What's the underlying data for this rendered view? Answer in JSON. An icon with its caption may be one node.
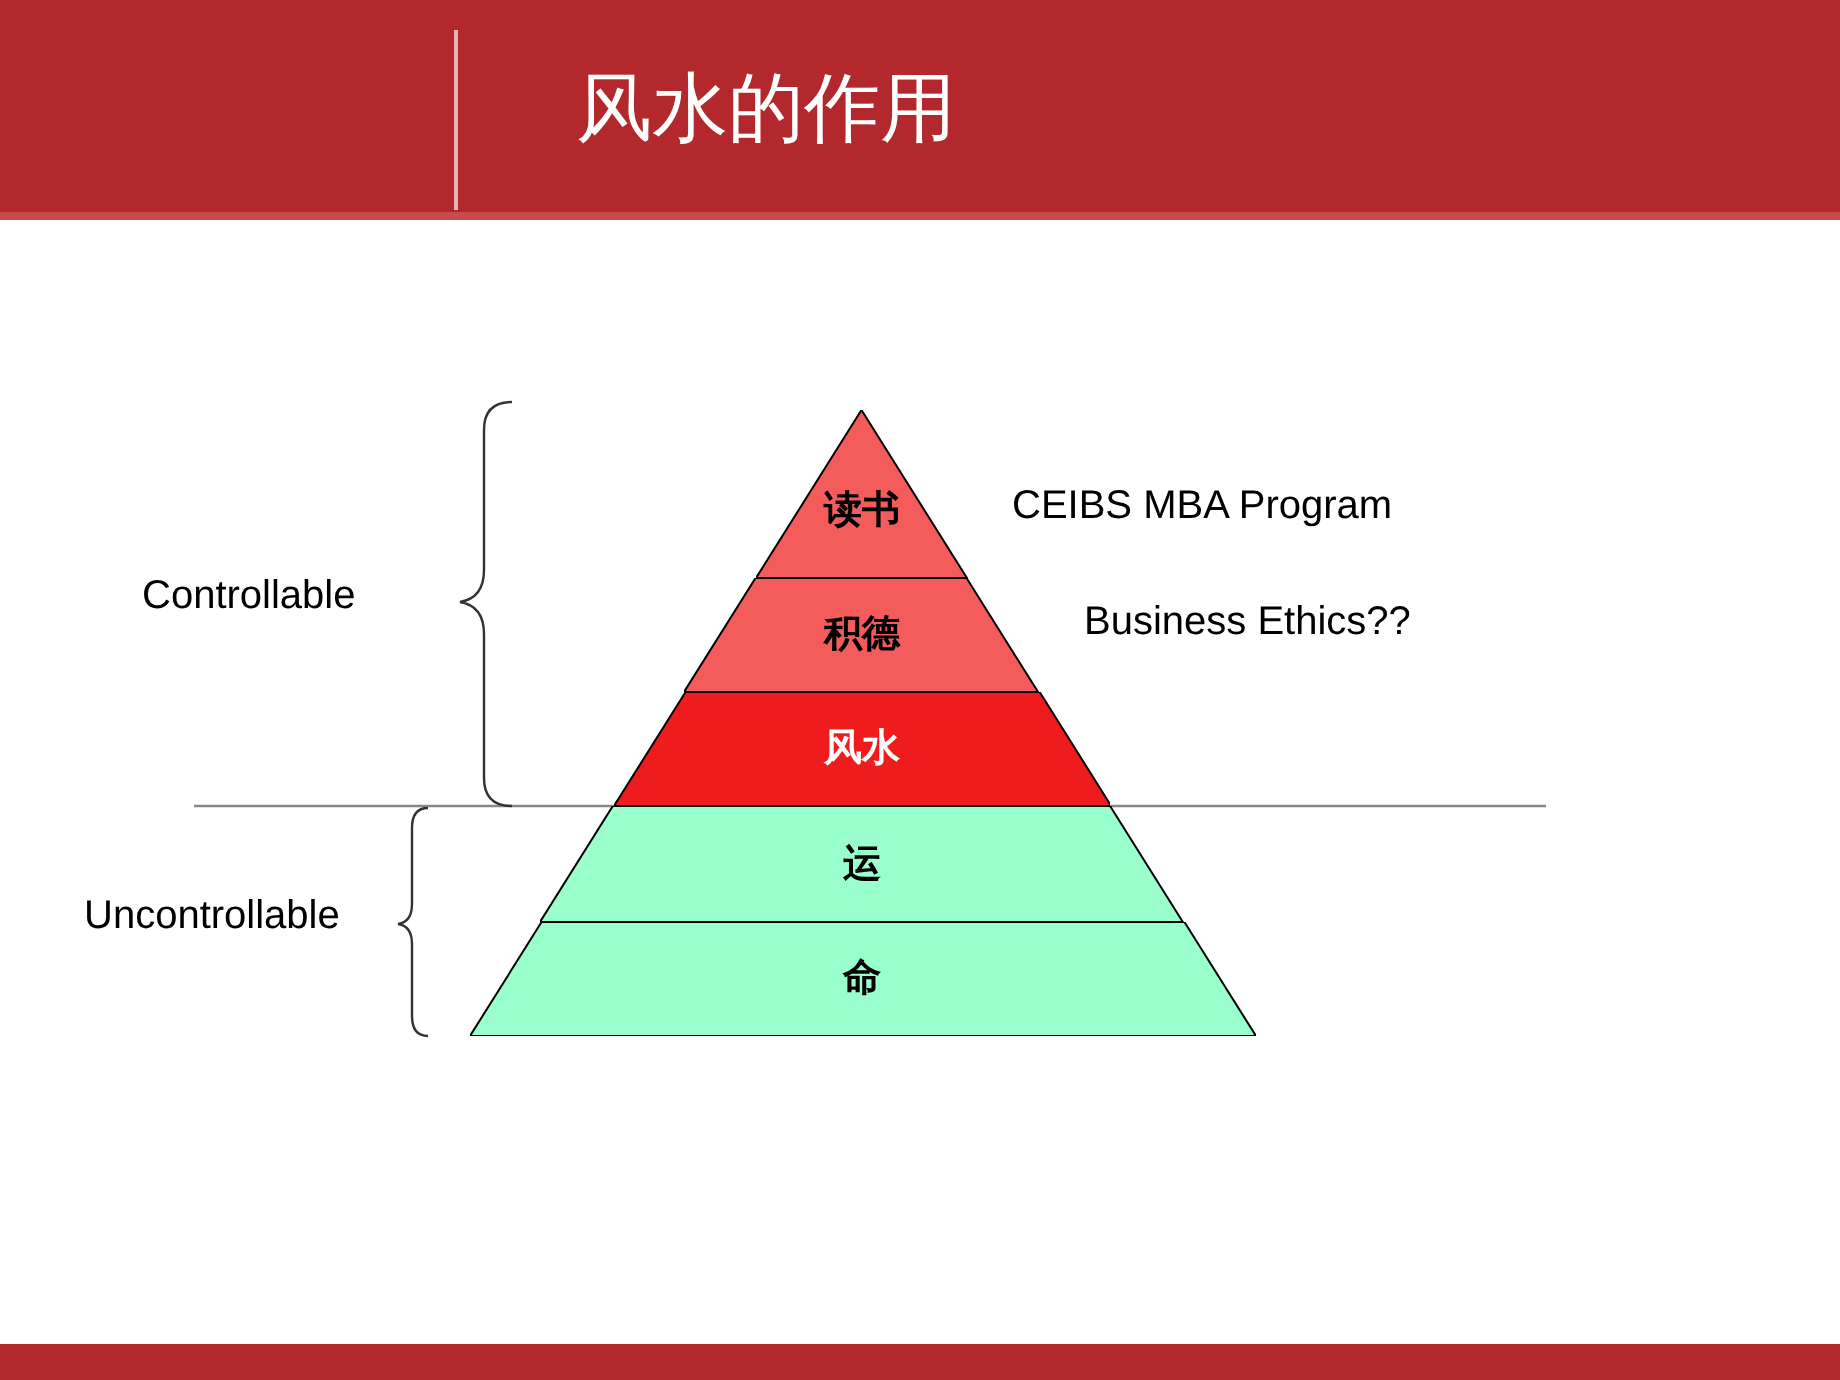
{
  "diagram": {
    "title": "风水的作用",
    "nodes": [
      {
        "text": [
          "读书"
        ]
      },
      {
        "text": [
          "积德"
        ]
      },
      {
        "text": [
          "风水"
        ]
      },
      {
        "text": [
          "运"
        ]
      },
      {
        "text": [
          "命"
        ]
      }
    ],
    "labels": [
      "Controllable",
      "Uncontrollable",
      "CEIBS MBA Program",
      "Business Ethics??"
    ]
  }
}
